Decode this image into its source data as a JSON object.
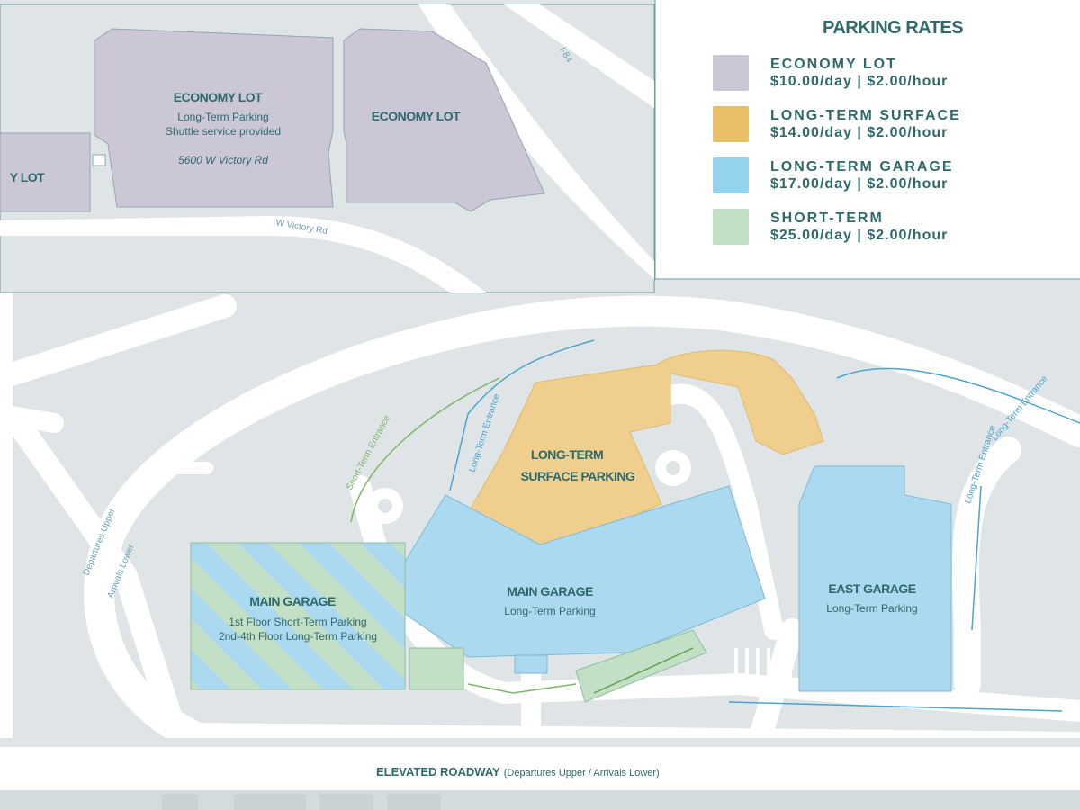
{
  "legend": {
    "title": "PARKING RATES",
    "items": [
      {
        "name": "ECONOMY LOT",
        "rate": "$10.00/day | $2.00/hour",
        "color": "#cbc7d6"
      },
      {
        "name": "LONG-TERM SURFACE",
        "rate": "$14.00/day | $2.00/hour",
        "color": "#e8bf68"
      },
      {
        "name": "LONG-TERM GARAGE",
        "rate": "$17.00/day | $2.00/hour",
        "color": "#93d3ee"
      },
      {
        "name": "SHORT-TERM",
        "rate": "$25.00/day | $2.00/hour",
        "color": "#c3dfc6"
      }
    ]
  },
  "inset": {
    "lot_left": "Y LOT",
    "lot_main": "ECONOMY LOT",
    "lot_main_sub1": "Long-Term Parking",
    "lot_main_sub2": "Shuttle service provided",
    "lot_main_address": "5600 W Victory Rd",
    "lot_right": "ECONOMY LOT",
    "road_victory": "W Victory Rd",
    "road_i84": "I-84"
  },
  "map": {
    "surface_title1": "LONG-TERM",
    "surface_title2": "SURFACE PARKING",
    "main_garage_title": "MAIN GARAGE",
    "main_garage_sub": "Long-Term Parking",
    "main_garage_west_title": "MAIN GARAGE",
    "main_garage_west_sub1": "1st Floor Short-Term Parking",
    "main_garage_west_sub2": "2nd-4th Floor Long-Term Parking",
    "east_garage_title": "EAST GARAGE",
    "east_garage_sub": "Long-Term Parking",
    "elevated_roadway": "ELEVATED ROADWAY",
    "elevated_roadway_sub": "(Departures Upper / Arrivals Lower)",
    "lt_entrance_1": "Long-Term Entrance",
    "lt_entrance_2": "Long-Term Entrance",
    "lt_entrance_3": "Long-Term Entrance",
    "st_entrance": "Short-Term Entrance",
    "departures_upper": "Departures Upper",
    "arrivals_lower": "Arrivals Lower"
  }
}
